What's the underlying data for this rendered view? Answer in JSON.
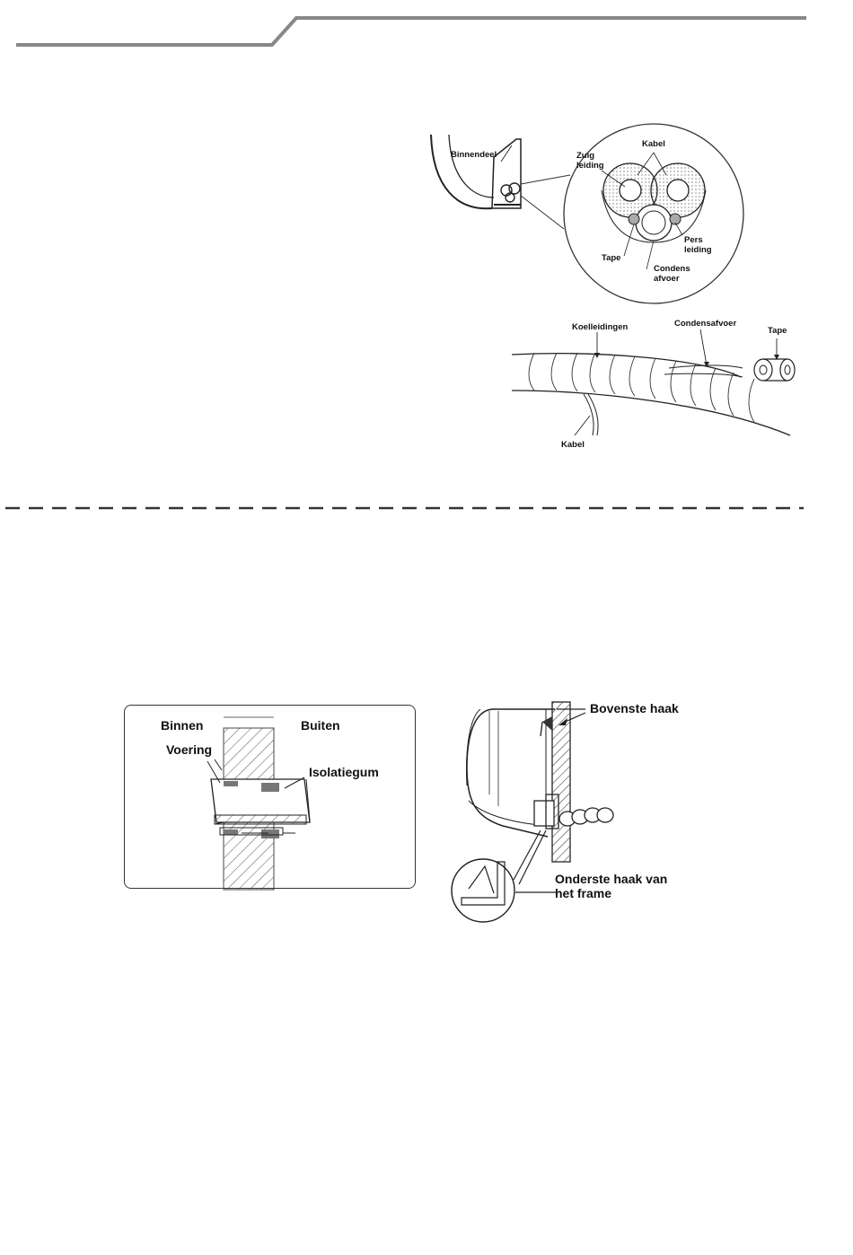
{
  "figure1": {
    "indoor_unit": "Binnendeel",
    "cable": "Kabel",
    "suction_pipe": "Zuig\nleiding",
    "pressure_pipe": "Pers\nleiding",
    "tape": "Tape",
    "condensate": "Condens\nafvoer"
  },
  "figure2": {
    "refrigerant_pipes": "Koelleidingen",
    "condensate_drain": "Condensafvoer",
    "tape": "Tape",
    "cable": "Kabel"
  },
  "figure3": {
    "inside": "Binnen",
    "outside": "Buiten",
    "lining": "Voering",
    "insulation": "Isolatiegum"
  },
  "figure4": {
    "upper_hook": "Bovenste haak",
    "lower_hook": "Onderste haak van\nhet frame"
  }
}
